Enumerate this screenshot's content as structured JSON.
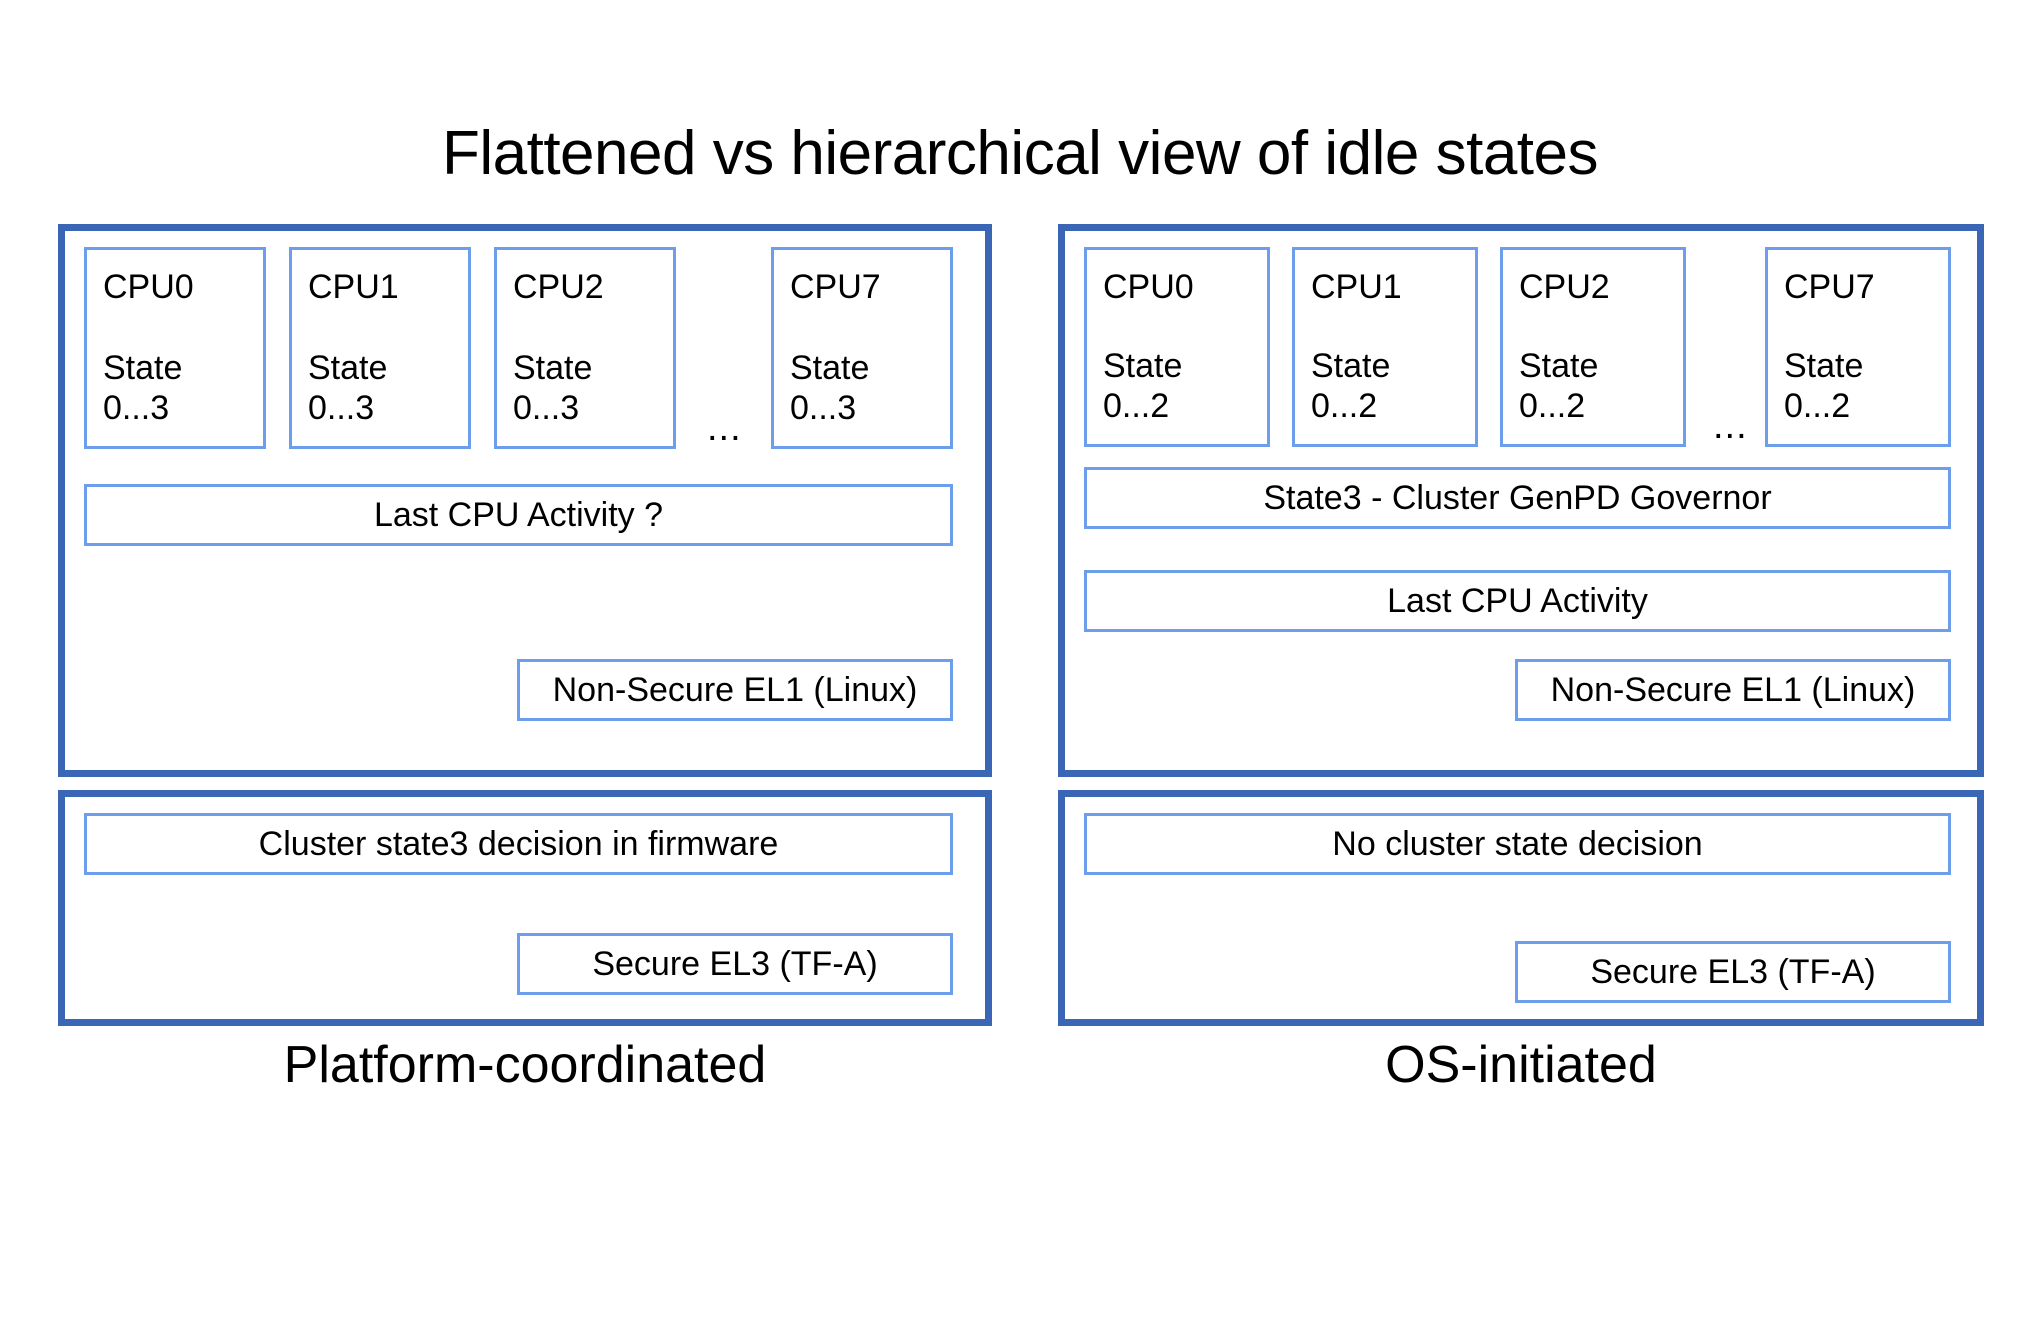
{
  "title": "Flattened vs hierarchical view of idle states",
  "colors": {
    "panel_border": "#3A66B5",
    "inner_border": "#6D9EEB",
    "background": "#FFFFFF",
    "text": "#000000"
  },
  "columns": [
    {
      "id": "platform-coordinated",
      "caption": "Platform-coordinated",
      "os_panel": {
        "cpus": [
          {
            "name": "CPU0",
            "state_label": "State",
            "state_range": "0...3"
          },
          {
            "name": "CPU1",
            "state_label": "State",
            "state_range": "0...3"
          },
          {
            "name": "CPU2",
            "state_label": "State",
            "state_range": "0...3"
          },
          {
            "name": "CPU7",
            "state_label": "State",
            "state_range": "0...3"
          }
        ],
        "ellipsis": "...",
        "bars": [
          {
            "id": "last-cpu-activity",
            "label": "Last CPU Activity ?"
          }
        ],
        "exception_level": "Non-Secure EL1 (Linux)"
      },
      "fw_panel": {
        "bars": [
          {
            "id": "cluster-decision",
            "label": "Cluster state3 decision in firmware"
          }
        ],
        "exception_level": "Secure EL3 (TF-A)"
      }
    },
    {
      "id": "os-initiated",
      "caption": "OS-initiated",
      "os_panel": {
        "cpus": [
          {
            "name": "CPU0",
            "state_label": "State",
            "state_range": "0...2"
          },
          {
            "name": "CPU1",
            "state_label": "State",
            "state_range": "0...2"
          },
          {
            "name": "CPU2",
            "state_label": "State",
            "state_range": "0...2"
          },
          {
            "name": "CPU7",
            "state_label": "State",
            "state_range": "0...2"
          }
        ],
        "ellipsis": "...",
        "bars": [
          {
            "id": "cluster-genpd-governor",
            "label": "State3 - Cluster GenPD Governor"
          },
          {
            "id": "last-cpu-activity",
            "label": "Last CPU Activity"
          }
        ],
        "exception_level": "Non-Secure EL1 (Linux)"
      },
      "fw_panel": {
        "bars": [
          {
            "id": "no-cluster-decision",
            "label": "No cluster state decision"
          }
        ],
        "exception_level": "Secure EL3 (TF-A)"
      }
    }
  ]
}
